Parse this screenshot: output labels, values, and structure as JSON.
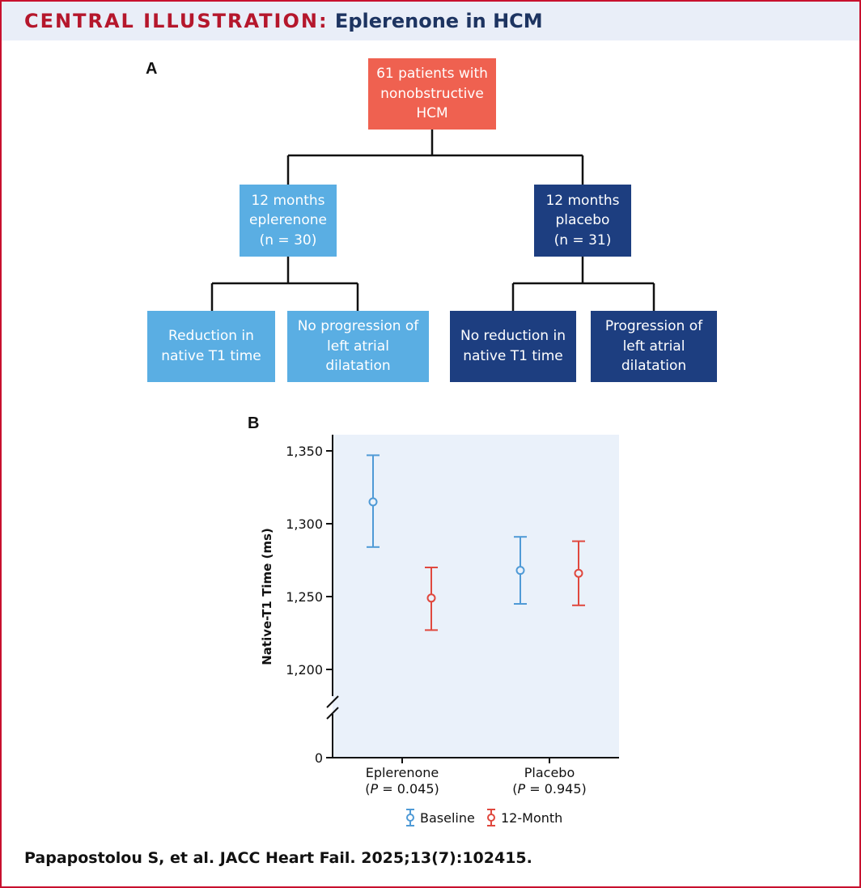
{
  "header": {
    "label": "CENTRAL ILLUSTRATION:",
    "topic": "Eplerenone in HCM"
  },
  "panel_a": {
    "letter": "A",
    "root": "61 patients with\nnonobstructive\nHCM",
    "arms": [
      {
        "label": "12 months\neplerenone\n(n = 30)",
        "outcomes": [
          "Reduction in\nnative T1 time",
          "No progression of\nleft atrial\ndilatation"
        ]
      },
      {
        "label": "12 months\nplacebo\n(n = 31)",
        "outcomes": [
          "No reduction in\nnative T1 time",
          "Progression of\nleft atrial\ndilatation"
        ]
      }
    ]
  },
  "panel_b": {
    "letter": "B"
  },
  "chart_data": {
    "type": "scatter",
    "title": "",
    "xlabel": "",
    "ylabel": "Native-T1 Time (ms)",
    "categories": [
      {
        "name": "Eplerenone",
        "p_prefix": "(",
        "p_symbol": "P",
        "p_suffix": " = 0.045)"
      },
      {
        "name": "Placebo",
        "p_prefix": "(",
        "p_symbol": "P",
        "p_suffix": " = 0.945)"
      }
    ],
    "y_ticks": [
      {
        "value": 1350,
        "label": "1,350"
      },
      {
        "value": 1300,
        "label": "1,300"
      },
      {
        "value": 1250,
        "label": "1,250"
      },
      {
        "value": 1200,
        "label": "1,200"
      },
      {
        "value": 0,
        "label": "0"
      }
    ],
    "ylim": [
      0,
      1360
    ],
    "axis_break": "between 0 and 1,200",
    "grid": false,
    "legend_position": "bottom",
    "background_color": "#eaf1fa",
    "series": [
      {
        "name": "Baseline",
        "color": "#4f9ad6",
        "points": [
          {
            "category": "Eplerenone",
            "mean": 1315,
            "lower": 1284,
            "upper": 1347
          },
          {
            "category": "Placebo",
            "mean": 1268,
            "lower": 1245,
            "upper": 1291
          }
        ]
      },
      {
        "name": "12-Month",
        "color": "#e0483e",
        "points": [
          {
            "category": "Eplerenone",
            "mean": 1249,
            "lower": 1227,
            "upper": 1270
          },
          {
            "category": "Placebo",
            "mean": 1266,
            "lower": 1244,
            "upper": 1288
          }
        ]
      }
    ]
  },
  "citation": "Papapostolou S, et al. JACC Heart Fail. 2025;13(7):102415."
}
